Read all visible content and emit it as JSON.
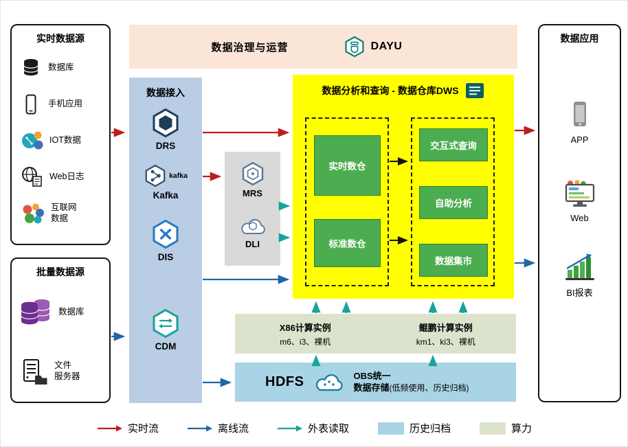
{
  "governance": {
    "title": "数据治理与运营",
    "brand": "DAYU"
  },
  "realtime_sources": {
    "title": "实时数据源",
    "items": [
      {
        "label": "数据库",
        "icon": "database-icon"
      },
      {
        "label": "手机应用",
        "icon": "mobile-icon"
      },
      {
        "label": "IOT数据",
        "icon": "iot-icon"
      },
      {
        "label": "Web日志",
        "icon": "web-log-icon"
      },
      {
        "label": "互联网数据",
        "lines": [
          "互联网",
          "数据"
        ],
        "icon": "internet-data-icon"
      }
    ]
  },
  "batch_sources": {
    "title": "批量数据源",
    "items": [
      {
        "label": "数据库",
        "icon": "purple-database-icon"
      },
      {
        "label": "文件服务器",
        "lines": [
          "文件",
          "服务器"
        ],
        "icon": "file-server-icon"
      }
    ]
  },
  "ingestion": {
    "title": "数据接入",
    "items": [
      {
        "label": "DRS",
        "icon": "drs-hexagon-icon"
      },
      {
        "label": "Kafka",
        "icon": "kafka-hexagon-icon",
        "logo_text": "kafka"
      },
      {
        "label": "DIS",
        "icon": "dis-hexagon-icon"
      },
      {
        "label": "CDM",
        "icon": "cdm-hexagon-icon"
      }
    ]
  },
  "middleware": {
    "items": [
      {
        "label": "MRS",
        "icon": "mrs-hexagon-icon"
      },
      {
        "label": "DLI",
        "icon": "dli-cloud-icon"
      }
    ]
  },
  "dws": {
    "title": "数据分析和查询 - 数据仓库DWS",
    "warehouse_boxes": [
      {
        "label": "实时数仓"
      },
      {
        "label": "标准数仓"
      }
    ],
    "service_boxes": [
      {
        "label": "交互式查询"
      },
      {
        "label": "自助分析"
      },
      {
        "label": "数据集市"
      }
    ]
  },
  "compute": {
    "x86": {
      "title": "X86计算实例",
      "subtitle": "m6、i3、裸机"
    },
    "kunpeng": {
      "title": "鲲鹏计算实例",
      "subtitle": "km1、ki3、裸机"
    }
  },
  "storage": {
    "hdfs_label": "HDFS",
    "obs_title_line1": "OBS统一",
    "obs_title_line2": "数据存储",
    "obs_note": "(低频使用、历史归档)"
  },
  "applications": {
    "title": "数据应用",
    "items": [
      {
        "label": "APP",
        "icon": "app-phone-icon"
      },
      {
        "label": "Web",
        "icon": "web-monitor-icon"
      },
      {
        "label": "BI报表",
        "icon": "bi-chart-icon"
      }
    ]
  },
  "legend": {
    "items": [
      {
        "label": "实时流",
        "kind": "arrow",
        "color": "#bf1d1d"
      },
      {
        "label": "离线流",
        "kind": "arrow",
        "color": "#2166a5"
      },
      {
        "label": "外表读取",
        "kind": "arrow",
        "color": "#18a39b"
      },
      {
        "label": "历史归档",
        "kind": "swatch",
        "color": "#a9d4e6"
      },
      {
        "label": "算力",
        "kind": "swatch",
        "color": "#dce3cc"
      }
    ]
  },
  "icons": {
    "dayu-icon": "hexagon-lantern",
    "dws-report-icon": "teal-document",
    "obs-cloud-icon": "cloud"
  }
}
